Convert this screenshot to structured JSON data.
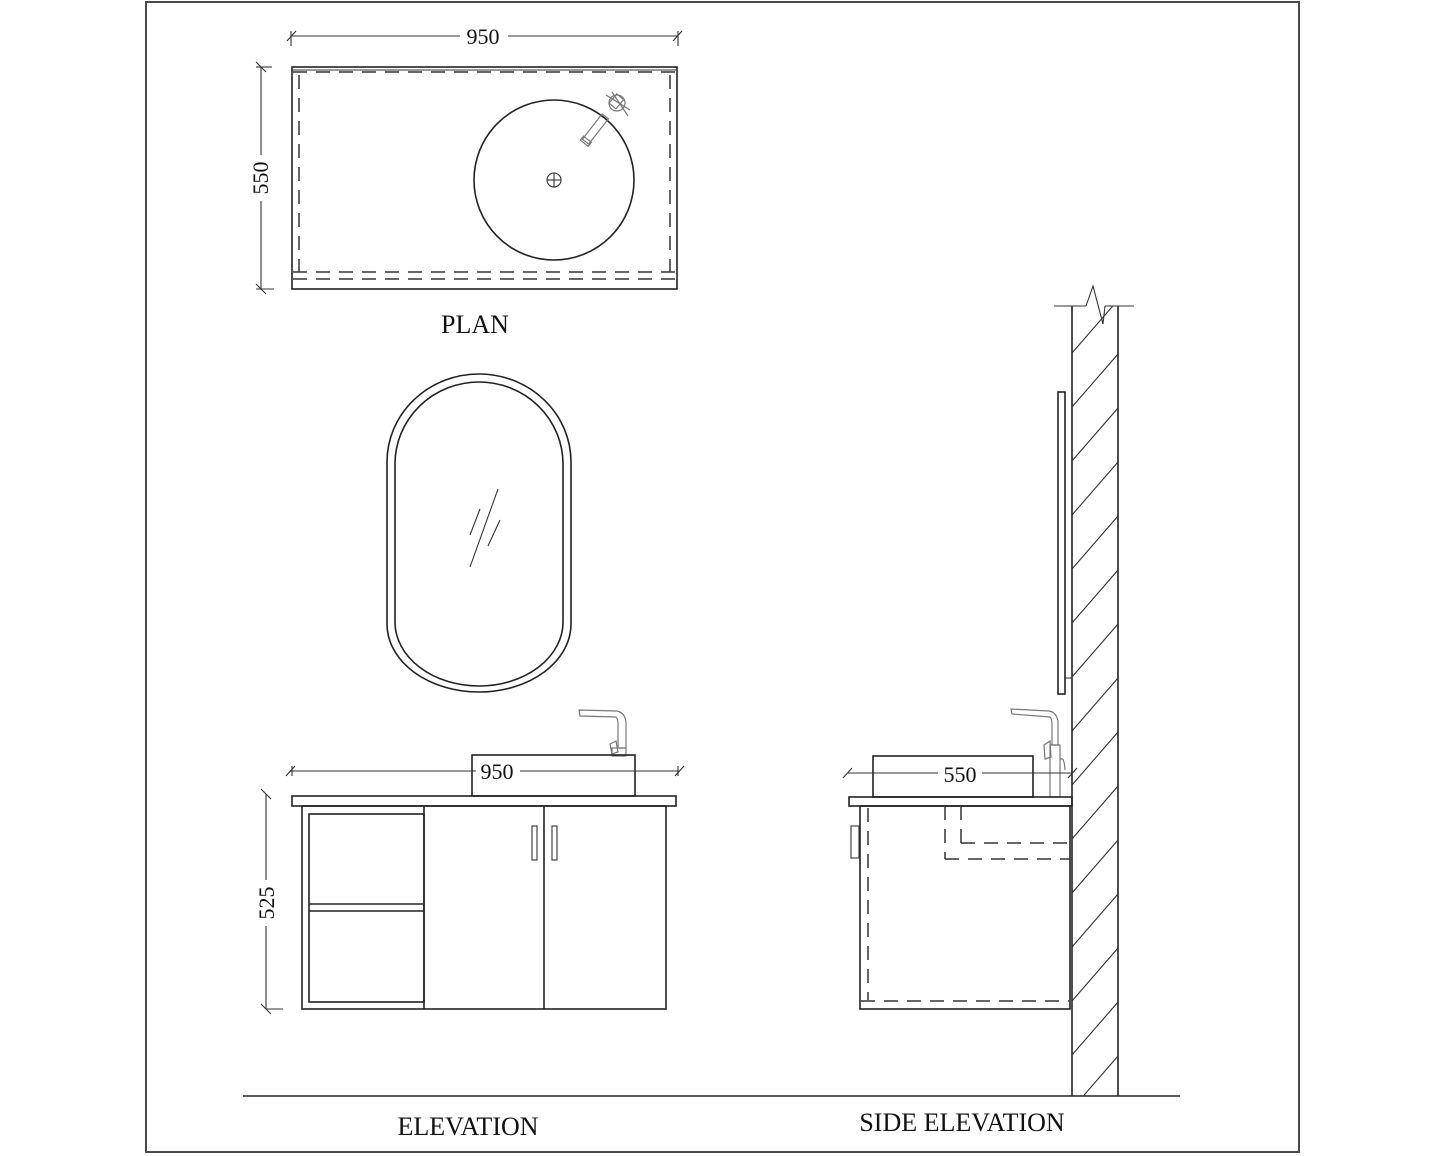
{
  "drawing": {
    "views": {
      "plan": {
        "title": "PLAN",
        "width_dim": "950",
        "depth_dim": "550"
      },
      "elevation": {
        "title": "ELEVATION",
        "width_dim": "950",
        "height_dim": "525"
      },
      "side_elevation": {
        "title": "SIDE ELEVATION",
        "depth_dim": "550"
      }
    },
    "colors": {
      "line": "#222222",
      "background": "#ffffff",
      "frame": "#4a4a4a"
    }
  }
}
